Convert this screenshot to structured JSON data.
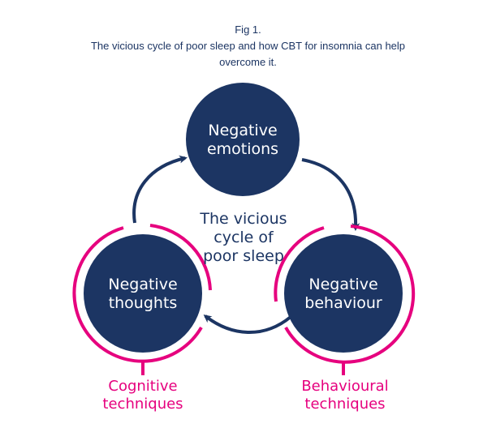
{
  "caption": {
    "figure_label": "Fig 1.",
    "title": "The vicious cycle of poor sleep and how CBT for insomnia can help overcome it."
  },
  "colors": {
    "node_fill": "#1c3563",
    "arrow": "#1c3563",
    "technique_accent": "#e6007e",
    "node_text": "#ffffff"
  },
  "cycle": {
    "center_label": [
      "The vicious",
      "cycle of",
      "poor sleep"
    ],
    "nodes": [
      {
        "id": "emotions",
        "lines": [
          "Negative",
          "emotions"
        ]
      },
      {
        "id": "behaviour",
        "lines": [
          "Negative",
          "behaviour"
        ]
      },
      {
        "id": "thoughts",
        "lines": [
          "Negative",
          "thoughts"
        ]
      }
    ],
    "arrows": [
      {
        "from": "emotions",
        "to": "behaviour"
      },
      {
        "from": "behaviour",
        "to": "thoughts"
      },
      {
        "from": "thoughts",
        "to": "emotions"
      }
    ]
  },
  "techniques": [
    {
      "target": "thoughts",
      "lines": [
        "Cognitive",
        "techniques"
      ]
    },
    {
      "target": "behaviour",
      "lines": [
        "Behavioural",
        "techniques"
      ]
    }
  ]
}
